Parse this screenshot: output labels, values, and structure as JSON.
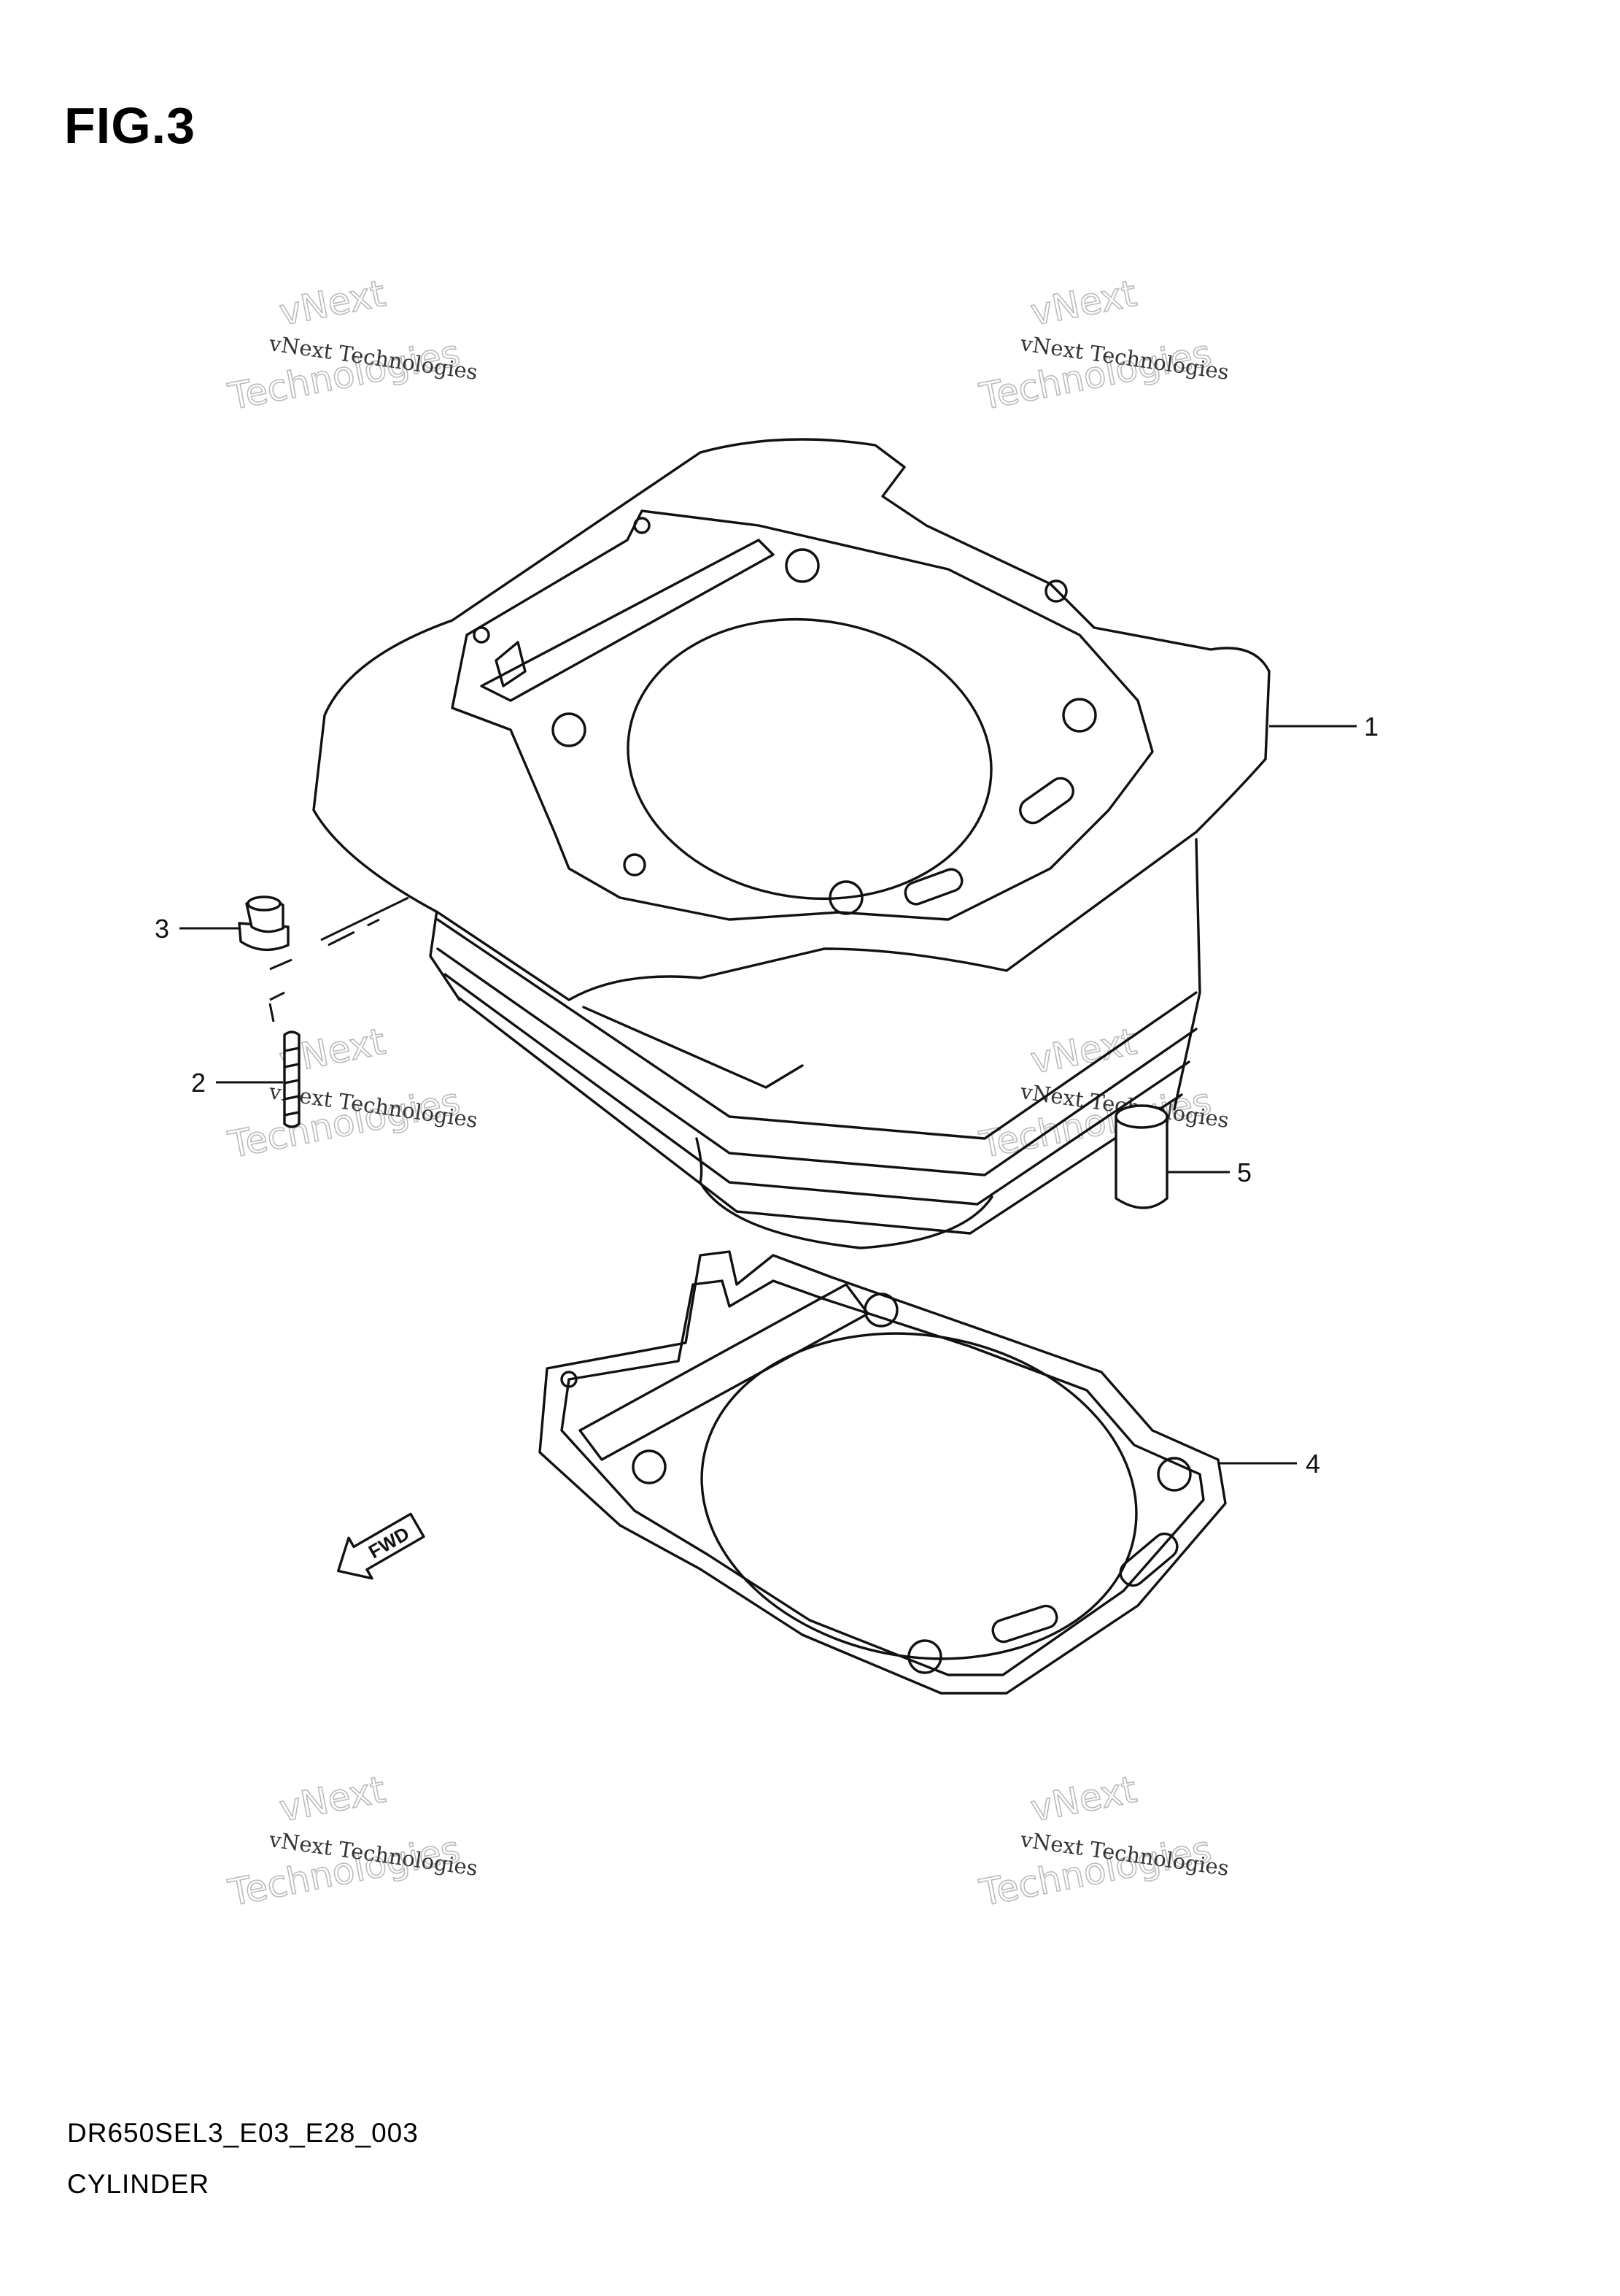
{
  "figure": {
    "title": "FIG.3",
    "drawing_code": "DR650SEL3_E03_E28_003",
    "caption": "CYLINDER"
  },
  "callouts": [
    {
      "number": "1",
      "part": "cylinder"
    },
    {
      "number": "2",
      "part": "stud"
    },
    {
      "number": "3",
      "part": "nut"
    },
    {
      "number": "4",
      "part": "cylinder-base-gasket"
    },
    {
      "number": "5",
      "part": "dowel-pin"
    }
  ],
  "direction_arrow": {
    "label": "FWD"
  },
  "watermark": {
    "small_text": "vNext Technologies",
    "large_line1": "vNext",
    "large_line2": "Technologies"
  }
}
